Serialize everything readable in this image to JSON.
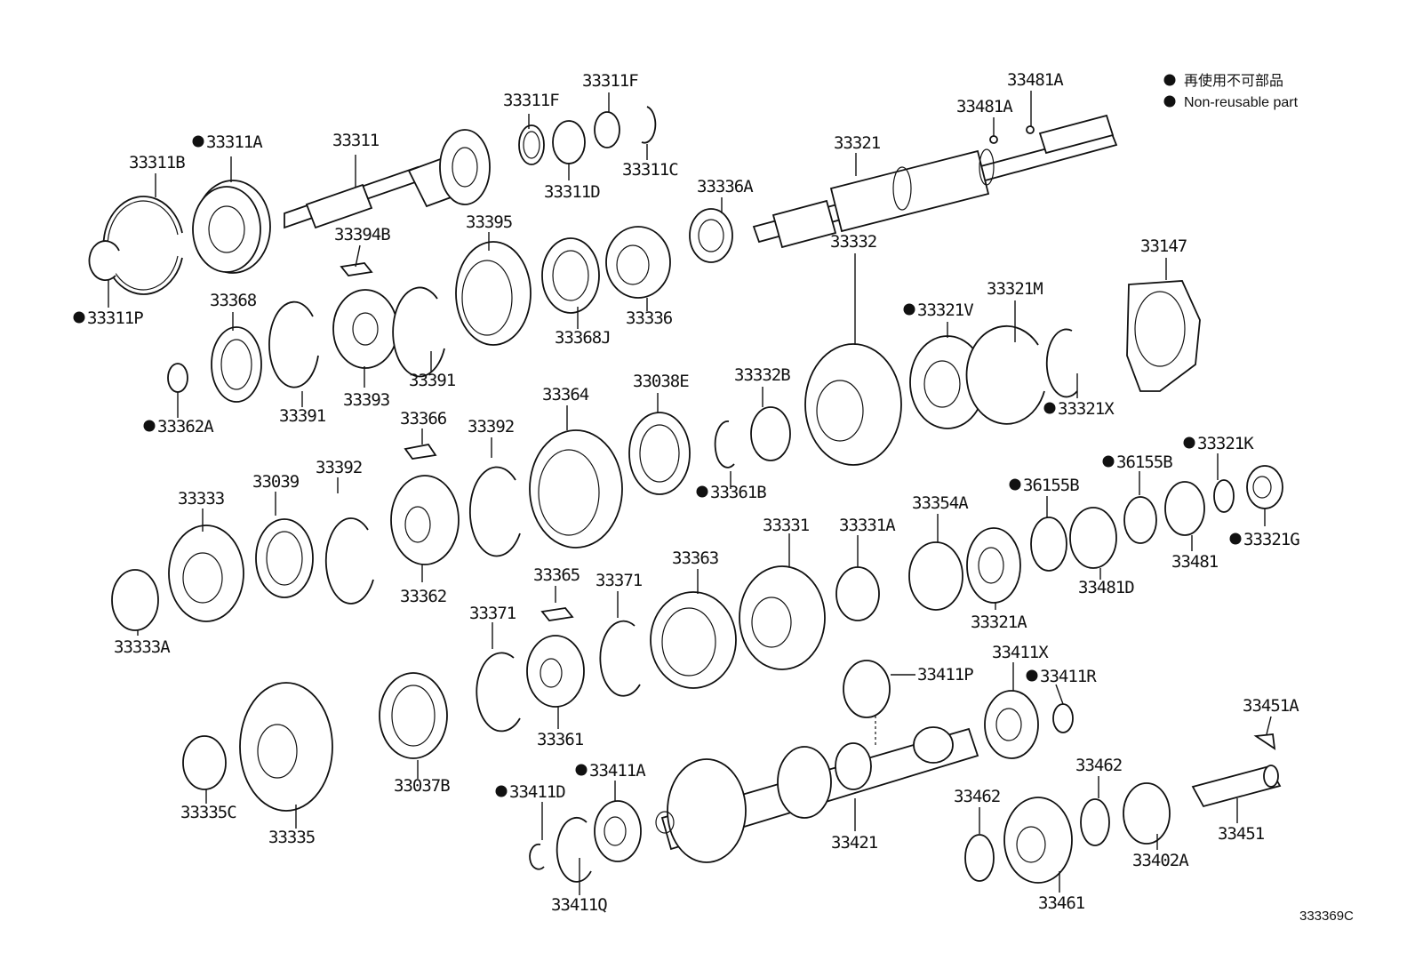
{
  "legend": {
    "jp": "再使用不可部品",
    "en": "Non-reusable part"
  },
  "diagram_code": "333369C",
  "labels": [
    {
      "id": "33311F_a",
      "text": "33311F",
      "dot": false
    },
    {
      "id": "33311F_b",
      "text": "33311F",
      "dot": false
    },
    {
      "id": "33311A",
      "text": "33311A",
      "dot": true
    },
    {
      "id": "33311",
      "text": "33311",
      "dot": false
    },
    {
      "id": "33311B",
      "text": "33311B",
      "dot": false
    },
    {
      "id": "33311C",
      "text": "33311C",
      "dot": false
    },
    {
      "id": "33311D",
      "text": "33311D",
      "dot": false
    },
    {
      "id": "33311P",
      "text": "33311P",
      "dot": true
    },
    {
      "id": "33481A_a",
      "text": "33481A",
      "dot": false
    },
    {
      "id": "33481A_b",
      "text": "33481A",
      "dot": false
    },
    {
      "id": "33321",
      "text": "33321",
      "dot": false
    },
    {
      "id": "33336A",
      "text": "33336A",
      "dot": false
    },
    {
      "id": "33395",
      "text": "33395",
      "dot": false
    },
    {
      "id": "33394B",
      "text": "33394B",
      "dot": false
    },
    {
      "id": "33368",
      "text": "33368",
      "dot": false
    },
    {
      "id": "33368J",
      "text": "33368J",
      "dot": false
    },
    {
      "id": "33336",
      "text": "33336",
      "dot": false
    },
    {
      "id": "33147",
      "text": "33147",
      "dot": false
    },
    {
      "id": "33332",
      "text": "33332",
      "dot": false
    },
    {
      "id": "33321V",
      "text": "33321V",
      "dot": true
    },
    {
      "id": "33321M",
      "text": "33321M",
      "dot": false
    },
    {
      "id": "33391_a",
      "text": "33391",
      "dot": false
    },
    {
      "id": "33391_b",
      "text": "33391",
      "dot": false
    },
    {
      "id": "33393",
      "text": "33393",
      "dot": false
    },
    {
      "id": "33362A",
      "text": "33362A",
      "dot": true
    },
    {
      "id": "33364",
      "text": "33364",
      "dot": false
    },
    {
      "id": "33038E",
      "text": "33038E",
      "dot": false
    },
    {
      "id": "33332B",
      "text": "33332B",
      "dot": false
    },
    {
      "id": "33321X",
      "text": "33321X",
      "dot": true
    },
    {
      "id": "33366",
      "text": "33366",
      "dot": false
    },
    {
      "id": "33392_a",
      "text": "33392",
      "dot": false
    },
    {
      "id": "33392_b",
      "text": "33392",
      "dot": false
    },
    {
      "id": "33039",
      "text": "33039",
      "dot": false
    },
    {
      "id": "33333",
      "text": "33333",
      "dot": false
    },
    {
      "id": "33361B",
      "text": "33361B",
      "dot": true
    },
    {
      "id": "33321K",
      "text": "33321K",
      "dot": true
    },
    {
      "id": "36155B_a",
      "text": "36155B",
      "dot": true
    },
    {
      "id": "36155B_b",
      "text": "36155B",
      "dot": true
    },
    {
      "id": "33354A",
      "text": "33354A",
      "dot": false
    },
    {
      "id": "33331",
      "text": "33331",
      "dot": false
    },
    {
      "id": "33331A",
      "text": "33331A",
      "dot": false
    },
    {
      "id": "33321G",
      "text": "33321G",
      "dot": true
    },
    {
      "id": "33481",
      "text": "33481",
      "dot": false
    },
    {
      "id": "33481D",
      "text": "33481D",
      "dot": false
    },
    {
      "id": "33362",
      "text": "33362",
      "dot": false
    },
    {
      "id": "33333A",
      "text": "33333A",
      "dot": false
    },
    {
      "id": "33321A",
      "text": "33321A",
      "dot": false
    },
    {
      "id": "33365",
      "text": "33365",
      "dot": false
    },
    {
      "id": "33371_a",
      "text": "33371",
      "dot": false
    },
    {
      "id": "33371_b",
      "text": "33371",
      "dot": false
    },
    {
      "id": "33363",
      "text": "33363",
      "dot": false
    },
    {
      "id": "33411P",
      "text": "33411P",
      "dot": false
    },
    {
      "id": "33411X",
      "text": "33411X",
      "dot": false
    },
    {
      "id": "33411R",
      "text": "33411R",
      "dot": true
    },
    {
      "id": "33361",
      "text": "33361",
      "dot": false
    },
    {
      "id": "33451A",
      "text": "33451A",
      "dot": false
    },
    {
      "id": "33411A",
      "text": "33411A",
      "dot": true
    },
    {
      "id": "33411D",
      "text": "33411D",
      "dot": true
    },
    {
      "id": "33462_a",
      "text": "33462",
      "dot": false
    },
    {
      "id": "33462_b",
      "text": "33462",
      "dot": false
    },
    {
      "id": "33335C",
      "text": "33335C",
      "dot": false
    },
    {
      "id": "33037B",
      "text": "33037B",
      "dot": false
    },
    {
      "id": "33335",
      "text": "33335",
      "dot": false
    },
    {
      "id": "33421",
      "text": "33421",
      "dot": false
    },
    {
      "id": "33451",
      "text": "33451",
      "dot": false
    },
    {
      "id": "33402A",
      "text": "33402A",
      "dot": false
    },
    {
      "id": "33411Q",
      "text": "33411Q",
      "dot": false
    },
    {
      "id": "33461",
      "text": "33461",
      "dot": false
    }
  ]
}
